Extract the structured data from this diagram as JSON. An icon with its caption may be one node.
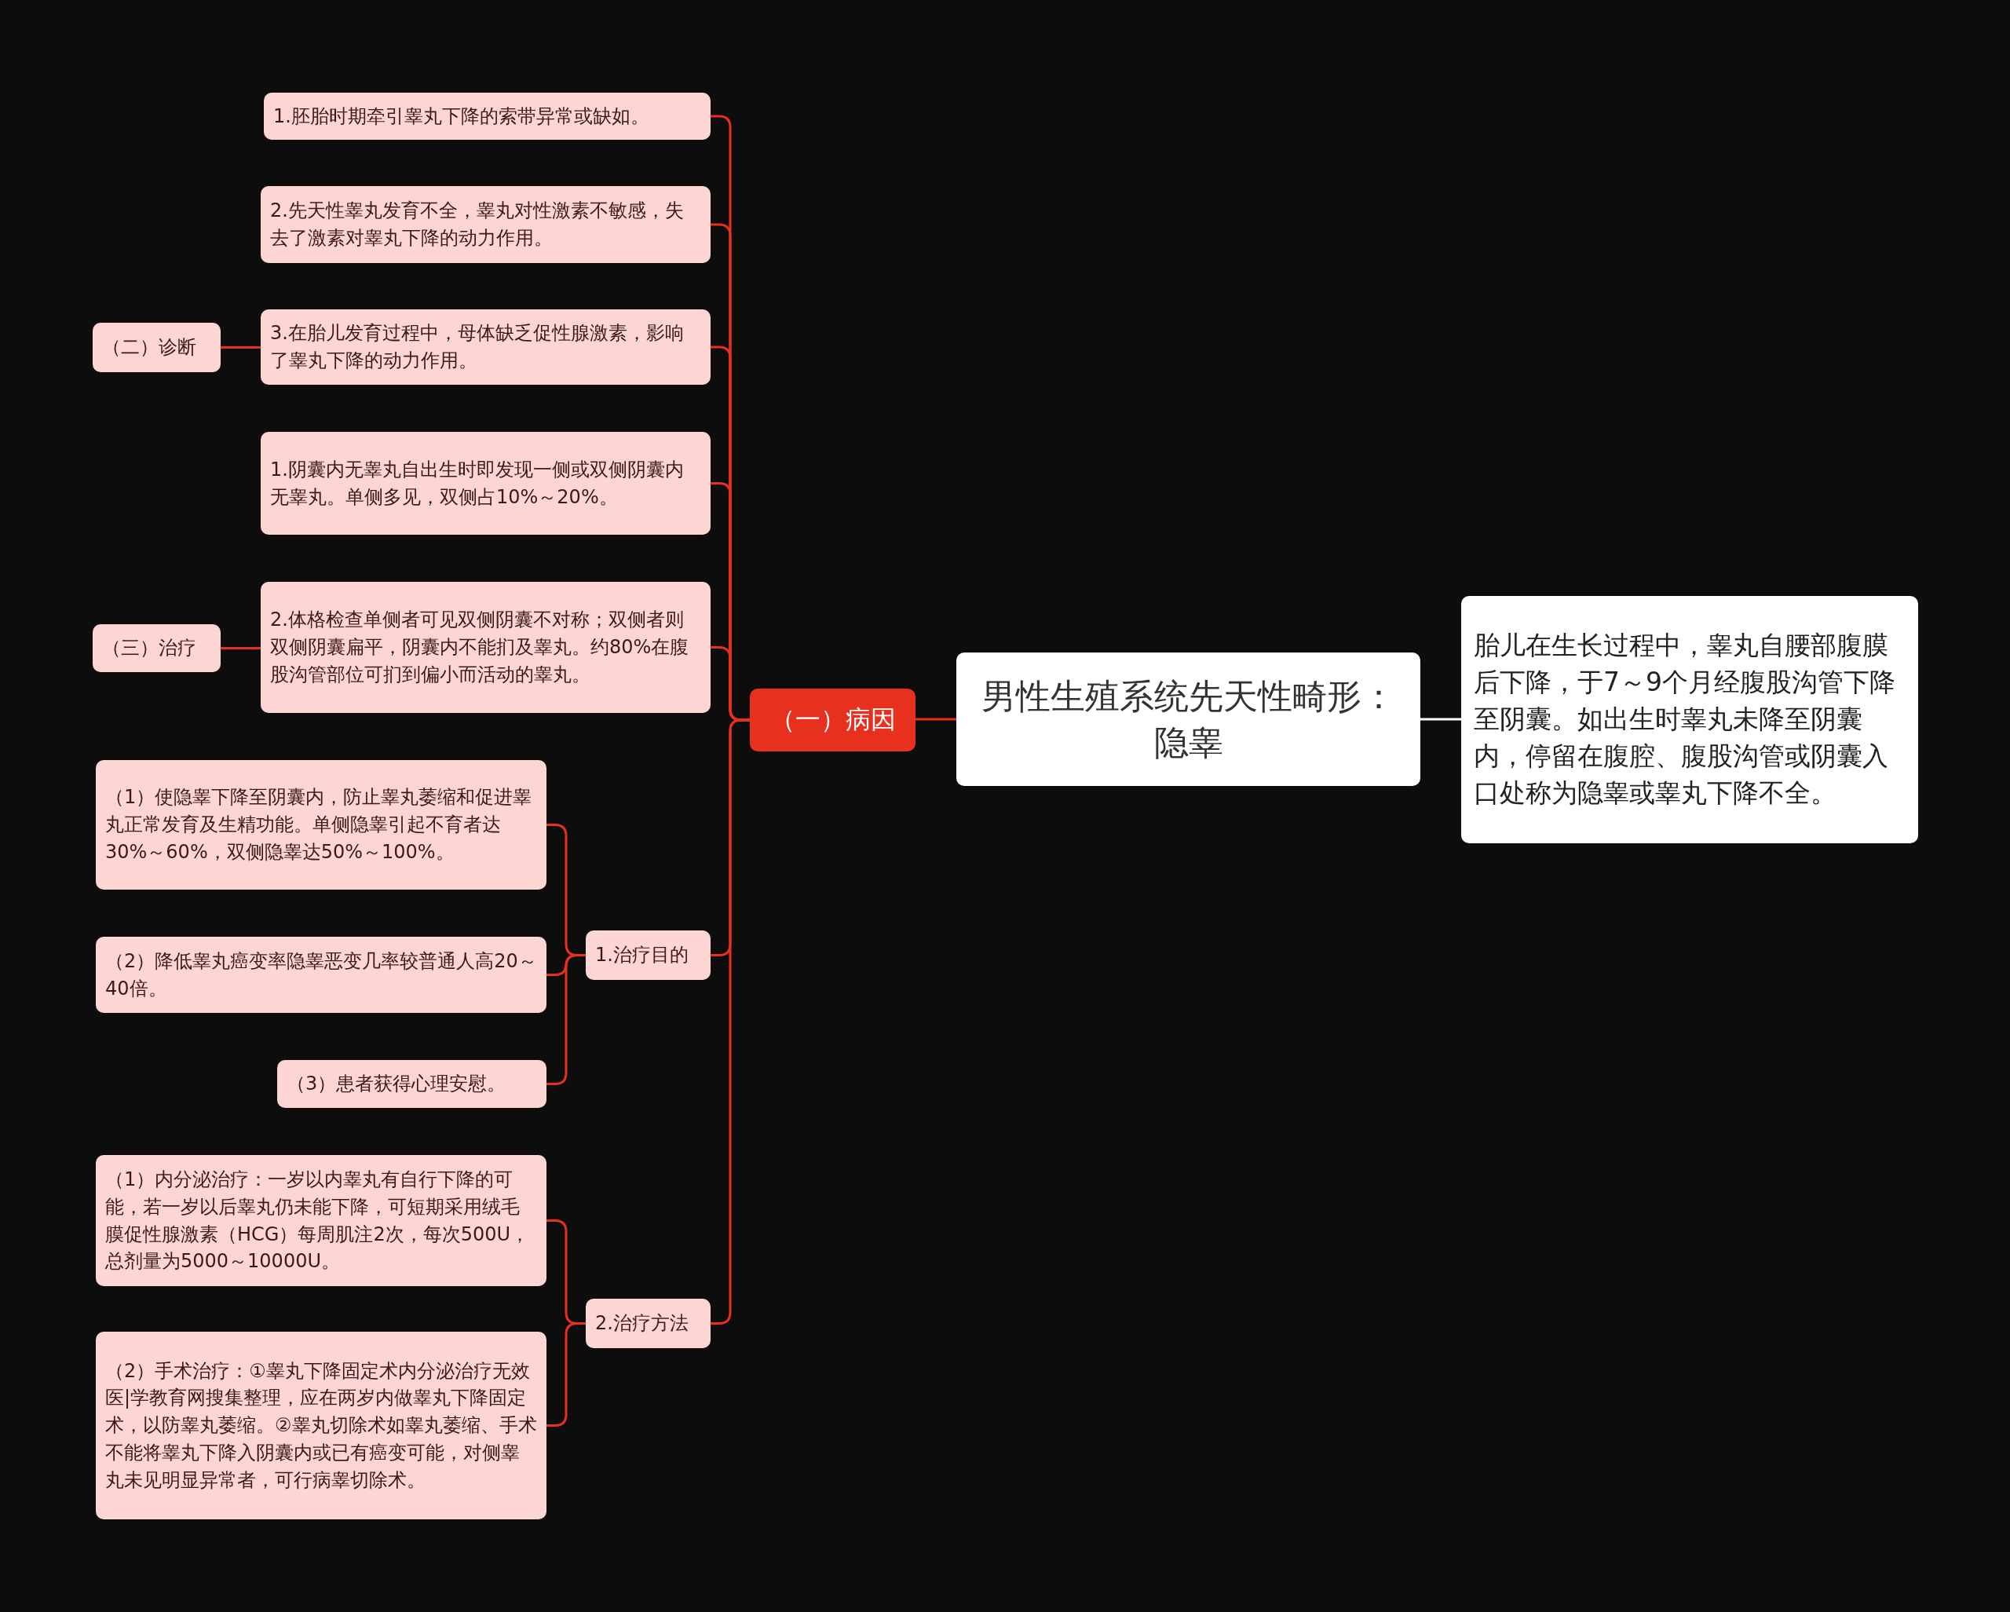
{
  "diagram": {
    "nodes": [
      {
        "text": [
          "男性生殖系统先天性畸形：隐睾"
        ]
      },
      {
        "text": [
          "胎儿在生长过程中，睾丸自腰部腹膜后下降，于7～9个月经腹股沟管下降至阴囊。如出生时睾丸未降至阴囊内，停留在腹腔、腹股沟管或阴囊入口处称为隐睾或睾丸下降不全。"
        ]
      },
      {
        "text": [
          "（一）病因"
        ]
      },
      {
        "text": [
          "1.胚胎时期牵引睾丸下降的索带异常或缺如。"
        ]
      },
      {
        "text": [
          "2.先天性睾丸发育不全，睾丸对性激素不敏感，失去了激素对睾丸下降的动力作用。"
        ]
      },
      {
        "text": [
          "3.在胎儿发育过程中，母体缺乏促性腺激素，影响了睾丸下降的动力作用。"
        ]
      },
      {
        "text": [
          "1.阴囊内无睾丸自出生时即发现一侧或双侧阴囊内无睾丸。单侧多见，双侧占10%～20%。"
        ]
      },
      {
        "text": [
          "2.体格检查单侧者可见双侧阴囊不对称；双侧者则双侧阴囊扁平，阴囊内不能扪及睾丸。约80%在腹股沟管部位可扪到偏小而活动的睾丸。"
        ]
      },
      {
        "text": [
          "（二）诊断"
        ]
      },
      {
        "text": [
          "（三）治疗"
        ]
      },
      {
        "text": [
          "1.治疗目的"
        ]
      },
      {
        "text": [
          "（1）使隐睾下降至阴囊内，防止睾丸萎缩和促进睾丸正常发育及生精功能。单侧隐睾引起不育者达30%～60%，双侧隐睾达50%～100%。"
        ]
      },
      {
        "text": [
          "（2）降低睾丸癌变率隐睾恶变几率较普通人高20～40倍。"
        ]
      },
      {
        "text": [
          "（3）患者获得心理安慰。"
        ]
      },
      {
        "text": [
          "2.治疗方法"
        ]
      },
      {
        "text": [
          "（1）内分泌治疗：一岁以内睾丸有自行下降的可能，若一岁以后睾丸仍未能下降，可短期采用绒毛膜促性腺激素（HCG）每周肌注2次，每次500U，总剂量为5000～10000U。"
        ]
      },
      {
        "text": [
          "（2）手术治疗：①睾丸下降固定术内分泌治疗无效医|学教育网搜集整理，应在两岁内做睾丸下降固定术，以防睾丸萎缩。②睾丸切除术如睾丸萎缩、手术不能将睾丸下降入阴囊内或已有癌变可能，对侧睾丸未见明显异常者，可行病睾切除术。"
        ]
      }
    ],
    "edges": [
      {
        "from": 0,
        "to": 1,
        "arrow": "none",
        "color": "#ffffff"
      },
      {
        "from": 0,
        "to": 2,
        "arrow": "none"
      },
      {
        "from": 2,
        "to": 3,
        "arrow": "none"
      },
      {
        "from": 2,
        "to": 4,
        "arrow": "none"
      },
      {
        "from": 2,
        "to": 5,
        "arrow": "none"
      },
      {
        "from": 2,
        "to": 6,
        "arrow": "none"
      },
      {
        "from": 2,
        "to": 7,
        "arrow": "none"
      },
      {
        "from": 2,
        "to": 10,
        "arrow": "none"
      },
      {
        "from": 2,
        "to": 14,
        "arrow": "none"
      },
      {
        "from": 8,
        "to": 5,
        "arrow": "none"
      },
      {
        "from": 9,
        "to": 7,
        "arrow": "none"
      },
      {
        "from": 10,
        "to": 11,
        "arrow": "none"
      },
      {
        "from": 10,
        "to": 12,
        "arrow": "none"
      },
      {
        "from": 10,
        "to": 13,
        "arrow": "none"
      },
      {
        "from": 14,
        "to": 15,
        "arrow": "none"
      },
      {
        "from": 14,
        "to": 16,
        "arrow": "none"
      }
    ]
  }
}
